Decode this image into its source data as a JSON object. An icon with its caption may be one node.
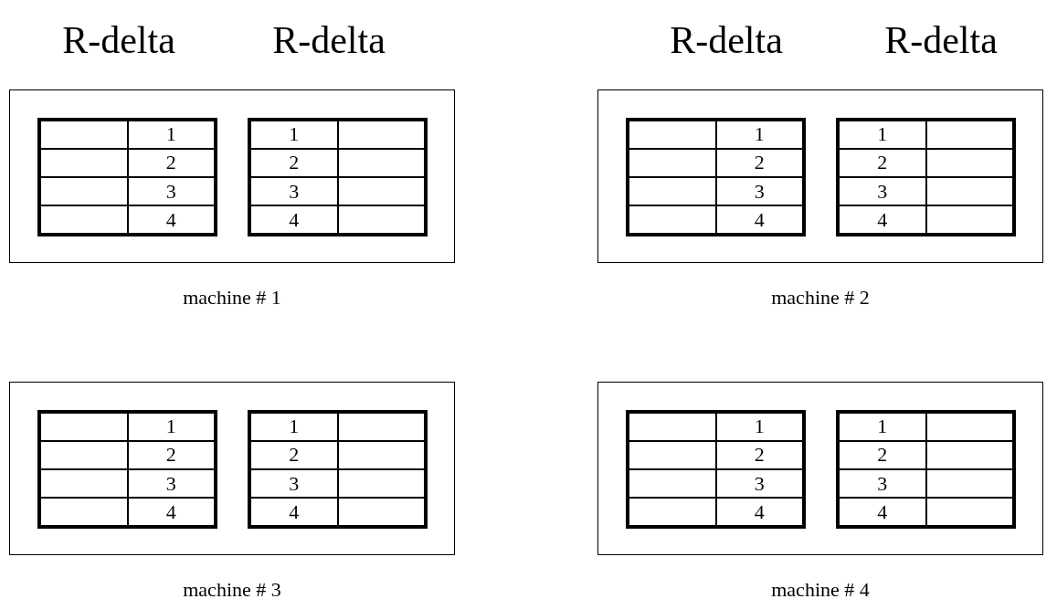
{
  "diagram": {
    "nodes": [
      {
        "text": [
          "machine # 1"
        ]
      },
      {
        "text": [
          "1",
          "2",
          "3",
          "4"
        ],
        "in": 0
      },
      {
        "text": [
          "1",
          "2",
          "3",
          "4"
        ],
        "in": 0
      },
      {
        "text": [
          "machine # 2"
        ]
      },
      {
        "text": [
          "1",
          "2",
          "3",
          "4"
        ],
        "in": 3
      },
      {
        "text": [
          "1",
          "2",
          "3",
          "4"
        ],
        "in": 3
      },
      {
        "text": [
          "machine # 3"
        ]
      },
      {
        "text": [
          "1",
          "2",
          "3",
          "4"
        ],
        "in": 6
      },
      {
        "text": [
          "1",
          "2",
          "3",
          "4"
        ],
        "in": 6
      },
      {
        "text": [
          "machine # 4"
        ]
      },
      {
        "text": [
          "1",
          "2",
          "3",
          "4"
        ],
        "in": 9
      },
      {
        "text": [
          "1",
          "2",
          "3",
          "4"
        ],
        "in": 9
      }
    ],
    "edges": [],
    "labels": [
      "R-delta",
      "R-delta",
      "R-delta",
      "R-delta"
    ]
  }
}
